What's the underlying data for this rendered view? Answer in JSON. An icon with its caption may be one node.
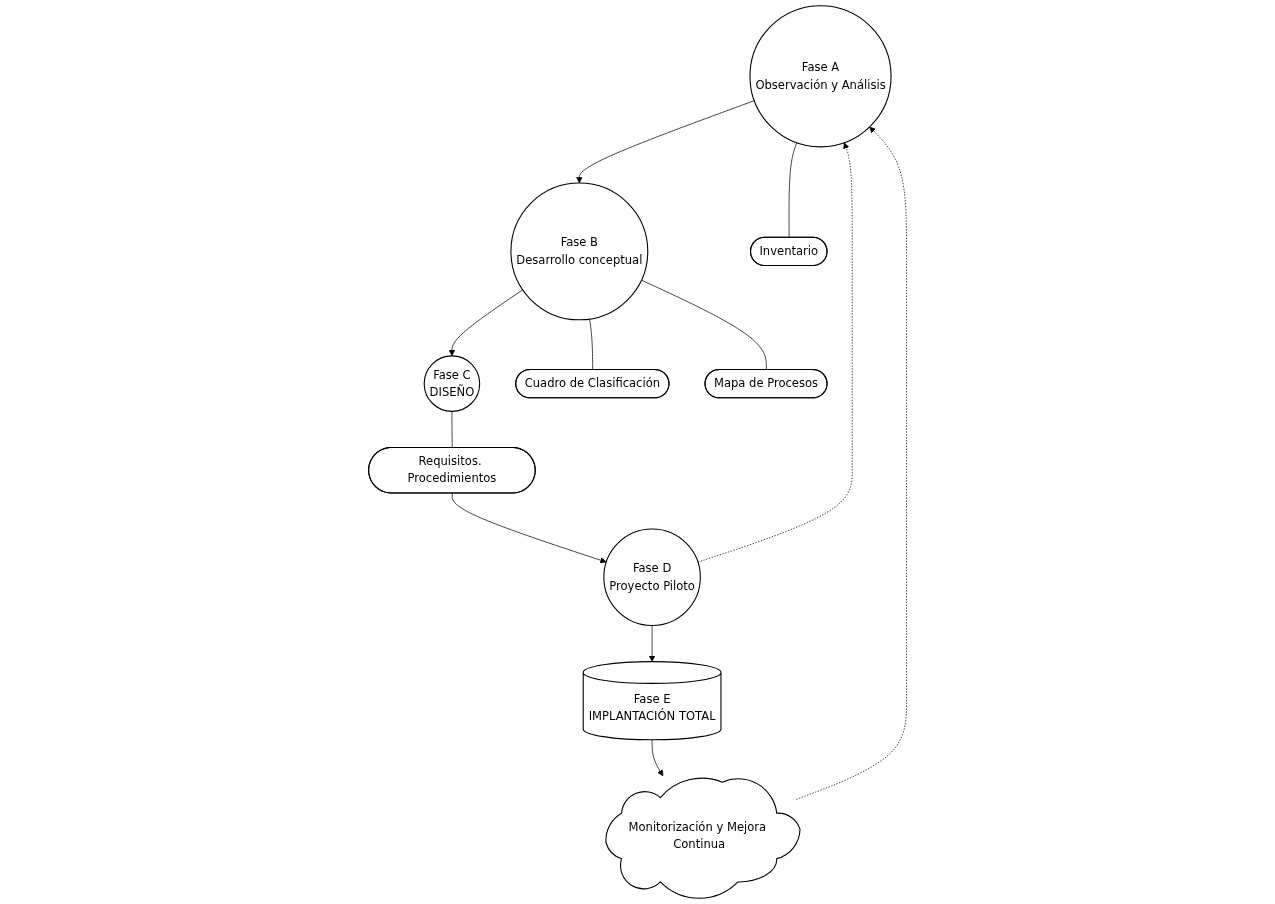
{
  "diagram": {
    "nodes": [
      {
        "text": [
          "Fase A",
          "Observación y Análisis"
        ]
      },
      {
        "text": [
          "Fase B",
          "Desarrollo conceptual"
        ]
      },
      {
        "text": [
          "Fase C",
          "DISEÑO"
        ]
      },
      {
        "text": [
          "Inventario"
        ]
      },
      {
        "text": [
          "Cuadro de Clasificación"
        ]
      },
      {
        "text": [
          "Mapa de Procesos"
        ]
      },
      {
        "text": [
          "Requisitos. Procedimientos"
        ]
      },
      {
        "text": [
          "Fase D",
          "Proyecto Piloto"
        ]
      },
      {
        "text": [
          "Fase E",
          "IMPLANTACIÓN TOTAL"
        ]
      },
      {
        "text": [
          "Monitorización y Mejora Continua"
        ]
      }
    ],
    "edges": [
      {
        "from": 0,
        "to": 1,
        "arrow": "to"
      },
      {
        "from": 1,
        "to": 2,
        "arrow": "to"
      },
      {
        "from": 0,
        "to": 3,
        "arrow": "none"
      },
      {
        "from": 1,
        "to": 4,
        "arrow": "none"
      },
      {
        "from": 1,
        "to": 5,
        "arrow": "none"
      },
      {
        "from": 2,
        "to": 6,
        "arrow": "none"
      },
      {
        "from": 6,
        "to": 7,
        "arrow": "to"
      },
      {
        "from": 7,
        "to": 0,
        "arrow": "to",
        "style": "dashed"
      },
      {
        "from": 7,
        "to": 8,
        "arrow": "to"
      },
      {
        "from": 8,
        "to": 9,
        "arrow": "to"
      },
      {
        "from": 9,
        "to": 0,
        "arrow": "to",
        "style": "dashed"
      }
    ]
  }
}
